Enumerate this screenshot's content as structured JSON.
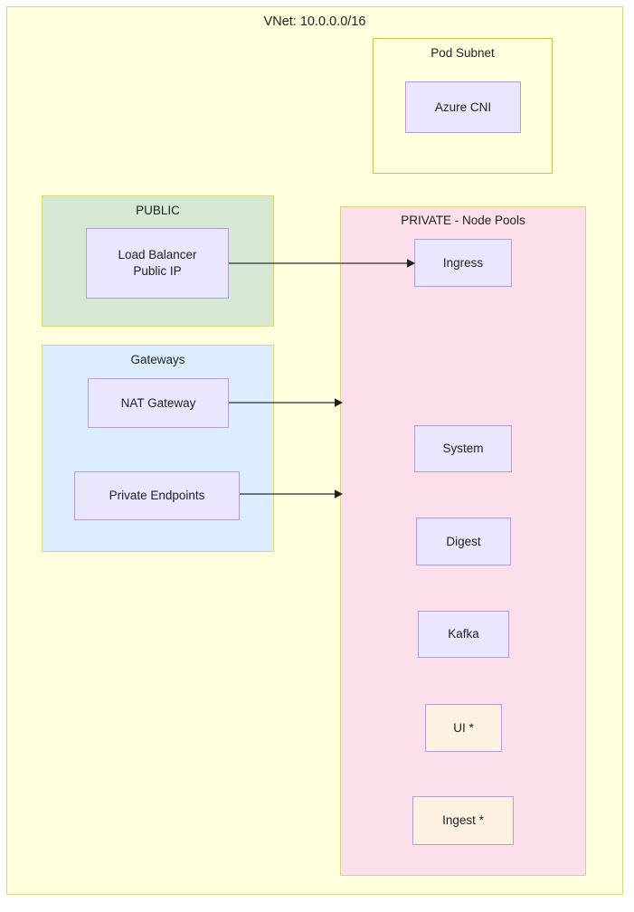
{
  "diagram": {
    "title": "VNet: 10.0.0.0/16",
    "background_color": "#ffffff"
  },
  "containers": {
    "vnet": {
      "label": "VNet: 10.0.0.0/16",
      "fill": "#ffffdd",
      "stroke": "#d6d67a"
    },
    "pod_subnet": {
      "label": "Pod Subnet",
      "fill": "#ffffdd",
      "stroke": "#c9c44f"
    },
    "public": {
      "label": "PUBLIC",
      "fill": "#d5e8d4",
      "stroke": "#d6d67a"
    },
    "gateways": {
      "label": "Gateways",
      "fill": "#dbeeff",
      "stroke": "#d6d67a"
    },
    "private": {
      "label": "PRIVATE - Node Pools",
      "fill": "#fbe0ec",
      "stroke": "#d6d67a"
    }
  },
  "nodes": {
    "azure_cni": {
      "label": "Azure CNI",
      "fill": "#e9e6fd",
      "stroke": "#b39ddb"
    },
    "load_balancer": {
      "label": "Load Balancer\nPublic IP",
      "fill": "#e9e6fd",
      "stroke": "#b39ddb"
    },
    "nat_gateway": {
      "label": "NAT Gateway",
      "fill": "#e9e6fd",
      "stroke": "#b39ddb"
    },
    "private_endpoints": {
      "label": "Private Endpoints",
      "fill": "#e9e6fd",
      "stroke": "#b39ddb"
    },
    "ingress": {
      "label": "Ingress",
      "fill": "#e9e6fd",
      "stroke": "#b39ddb"
    },
    "system": {
      "label": "System",
      "fill": "#e9e6fd",
      "stroke": "#b39ddb"
    },
    "digest": {
      "label": "Digest",
      "fill": "#e9e6fd",
      "stroke": "#b39ddb"
    },
    "kafka": {
      "label": "Kafka",
      "fill": "#e9e6fd",
      "stroke": "#b39ddb"
    },
    "ui": {
      "label": "UI *",
      "fill": "#fdf2e1",
      "stroke": "#b39ddb"
    },
    "ingest": {
      "label": "Ingest *",
      "fill": "#fdf2e1",
      "stroke": "#b39ddb"
    }
  },
  "connections": [
    {
      "name": "load-balancer-to-ingress",
      "from": "load_balancer",
      "to": "ingress",
      "style": "solid-arrow",
      "color": "#4d4d4d"
    },
    {
      "name": "nat-gateway-to-private",
      "from": "nat_gateway",
      "to": "private",
      "style": "solid-arrow",
      "color": "#4d4d4d"
    },
    {
      "name": "private-endpoints-to-private",
      "from": "private_endpoints",
      "to": "private",
      "style": "solid-arrow",
      "color": "#4d4d4d"
    }
  ]
}
